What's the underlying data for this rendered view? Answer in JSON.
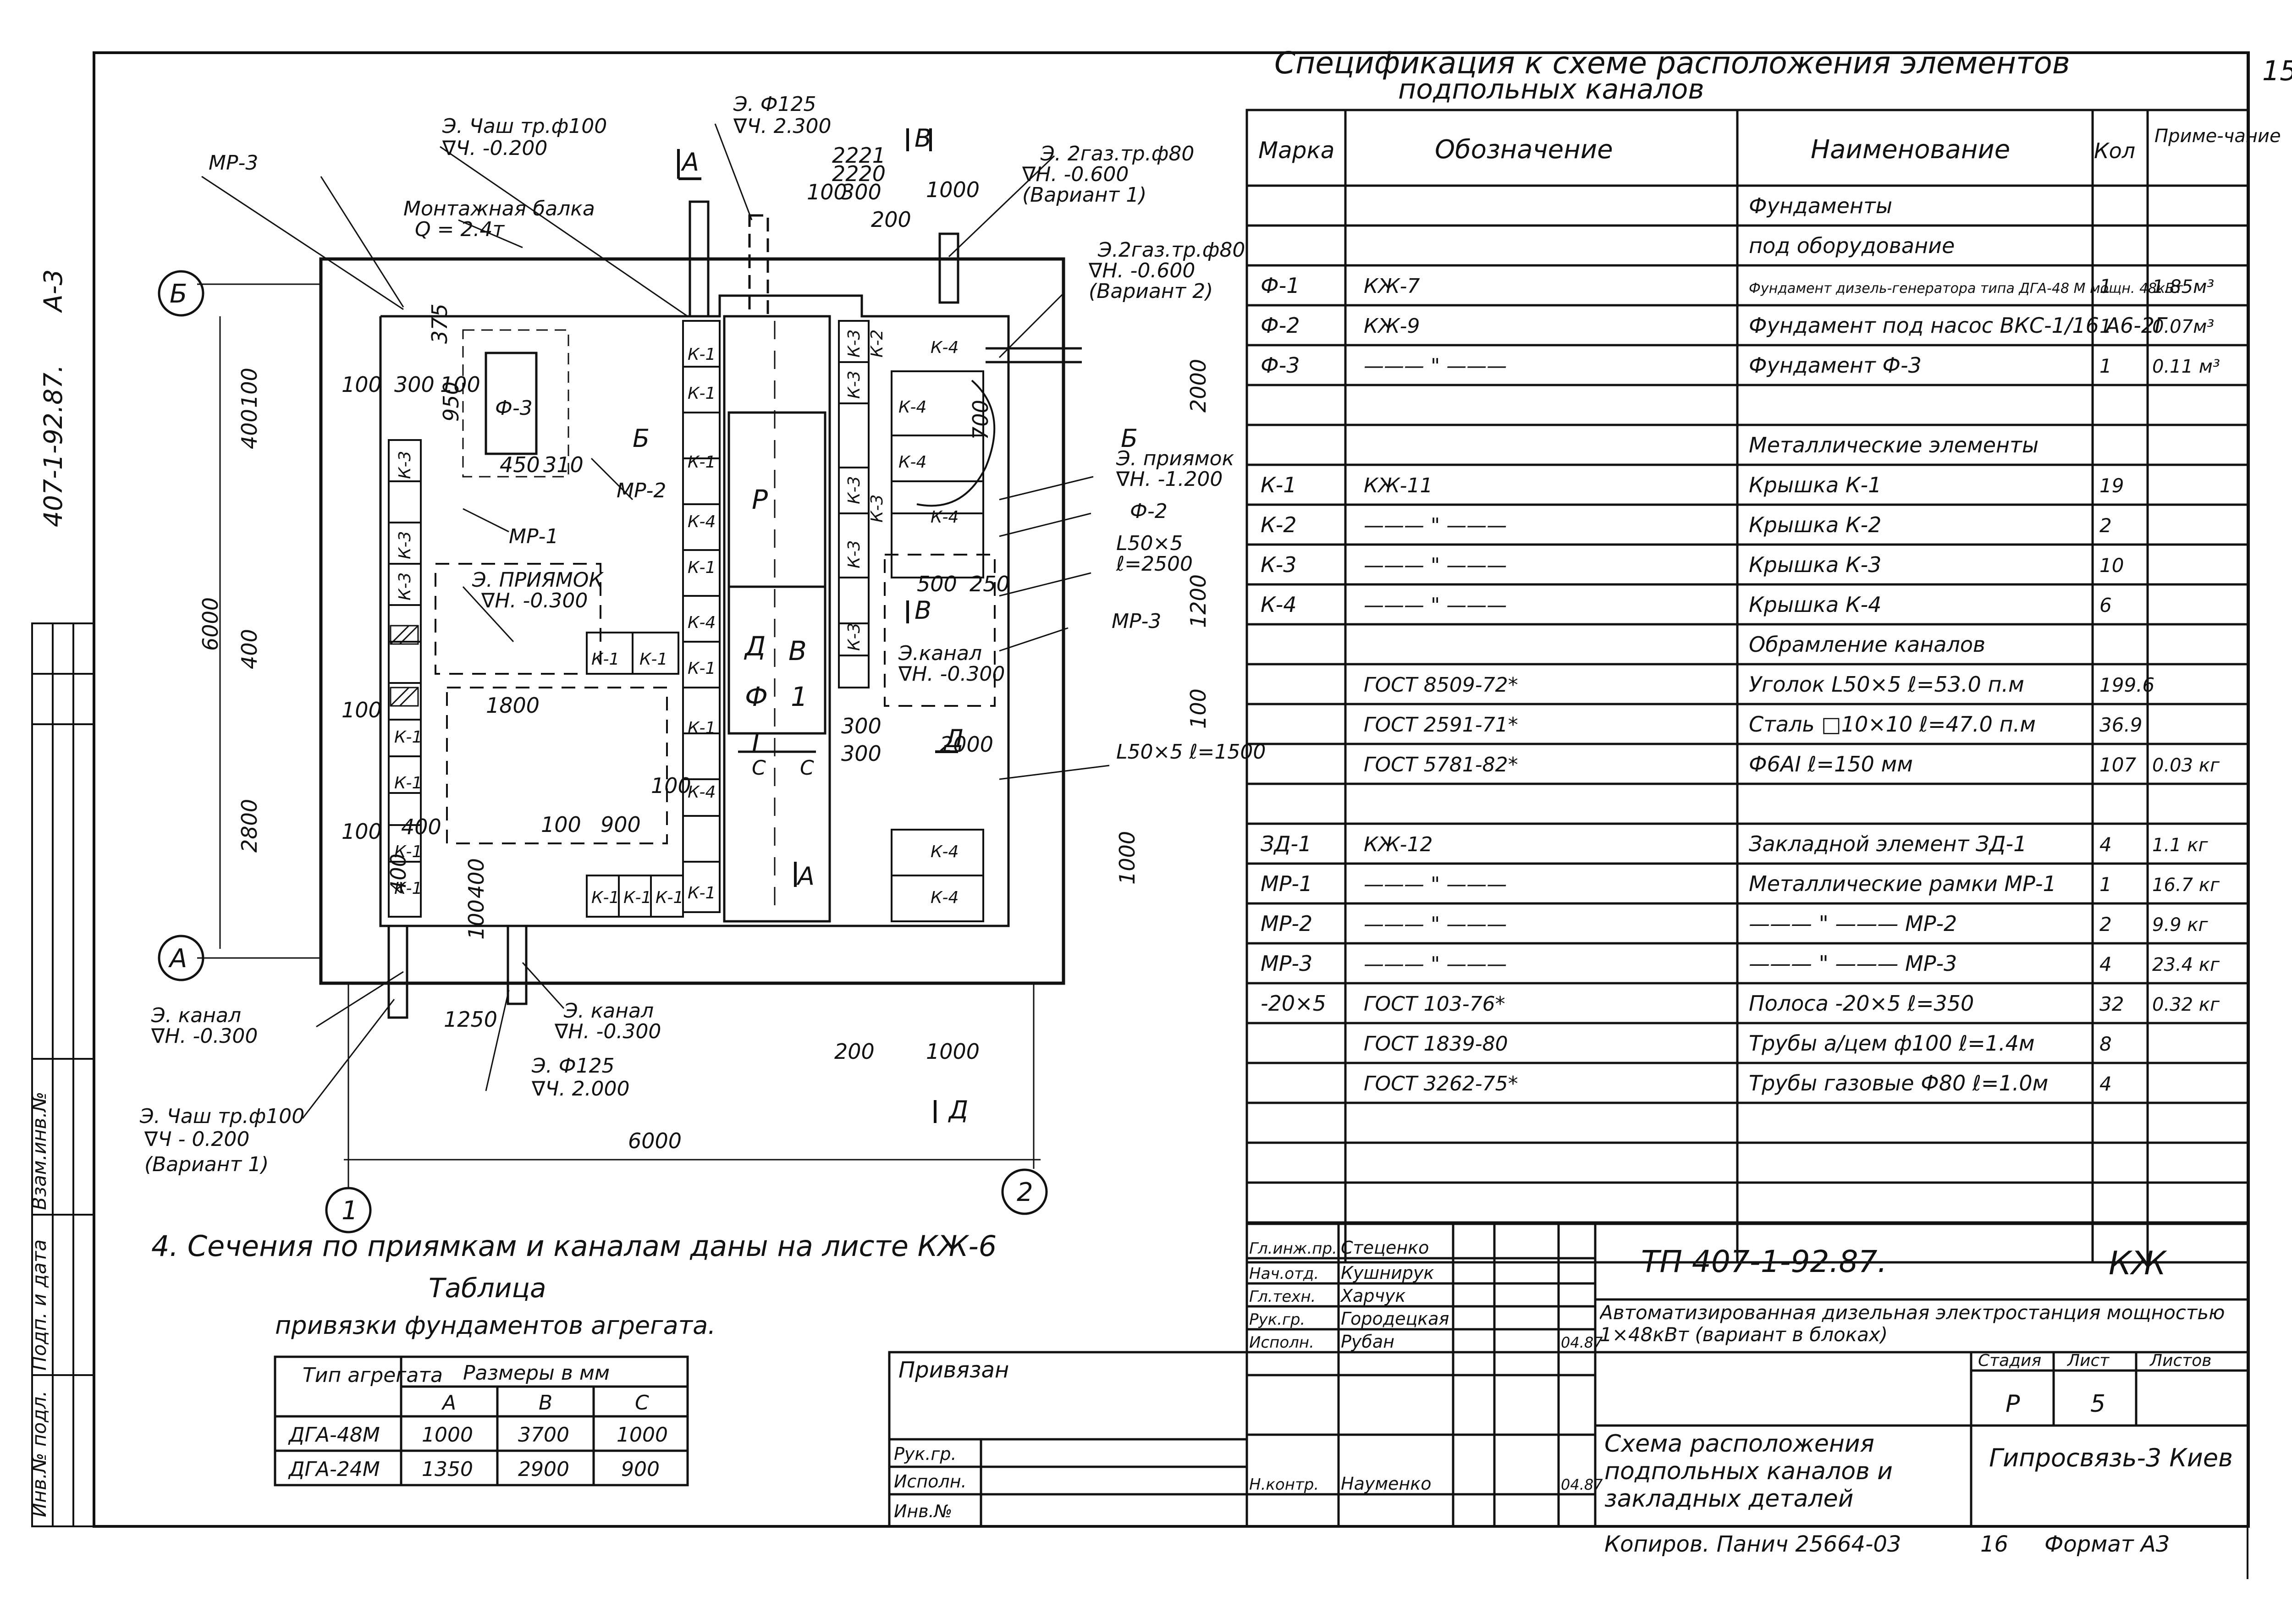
{
  "sheet": {
    "page_number": "15",
    "side_code": "407-1-92.87.",
    "side_code_2": "А-3",
    "side_stamp_labels": [
      "Инв.№ подл.",
      "Подп. и дата",
      "Взам.инв.№"
    ]
  },
  "plan": {
    "axis_labels": {
      "b": "Б",
      "a": "А",
      "one": "1",
      "two": "2"
    },
    "dims": {
      "d6000_left": "6000",
      "d6000_bottom": "6000",
      "d2800": "2800",
      "d400": "400",
      "d100": "100",
      "d1800": "1800",
      "d900": "900",
      "d1250": "1250",
      "d1000_top": "1000",
      "d1000_right": "1000",
      "d1000_bottom": "1000",
      "d2000_top": "2000",
      "d2000_right": "2000",
      "d1200": "1200",
      "d2221": "2221",
      "d2220": "2220",
      "d300": "300",
      "d200": "200",
      "d500": "500",
      "d250": "250",
      "d375": "375",
      "d950": "950",
      "d450": "450",
      "d310": "310",
      "d700": "700"
    },
    "labels": {
      "mr3_a": "МР-3",
      "mr3_b": "МР-3",
      "mr1": "МР-1",
      "mr2": "МР-2",
      "beam1": "Монтажная балка",
      "beam2": "Q = 2.4т",
      "pipe_top1": "Э. Чаш тр.ф100",
      "pipe_top1b": "∇Ч. -0.200",
      "pipe_top2": "Э. Ф125",
      "pipe_top2b": "∇Ч. 2.300",
      "gas1": "Э. 2газ.тр.ф80",
      "gas1b": "∇Н. -0.600",
      "gas1c": "(Вариант 1)",
      "gas2": "Э.2газ.тр.ф80",
      "gas2b": "∇Н. -0.600",
      "gas2c": "(Вариант 2)",
      "pit1": "Э. ПРИЯМОК",
      "pit1b": "∇Н. -0.300",
      "pit2": "Э. приямок",
      "pit2b": "∇Н. -1.200",
      "f2": "Ф-2",
      "angle": "L50×5",
      "angle_len": "ℓ=2500",
      "angle2": "L50×5 ℓ=1500",
      "chan1": "Э.канал",
      "chan1b": "∇Н. -0.300",
      "chan2": "Э. канал",
      "chan2b": "∇Н. -0.300",
      "chan3": "Э. канал",
      "chan3b": "∇Н. -0.300",
      "pipe_bot1": "Э. Ф125",
      "pipe_bot1b": "∇Ч. 2.000",
      "pipe_bot2": "Э. Чаш тр.ф100",
      "pipe_bot2b": "∇Ч - 0.200",
      "pipe_bot2c": "(Вариант 1)",
      "f3": "Ф-3",
      "p": "Р",
      "d": "Д",
      "v": "В",
      "f": "Ф",
      "one": "1",
      "g": "Г",
      "sec_a": "А",
      "sec_b": "Б",
      "sec_v": "В",
      "sec_d": "Д",
      "sec_c": "С",
      "k1": "К-1",
      "k2": "К-2",
      "k3": "К-3",
      "k4": "К-4"
    }
  },
  "notes": {
    "note4": "4. Сечения по приямкам и каналам даны на листе КЖ-6",
    "table_title": "Таблица",
    "table_subtitle": "привязки фундаментов агрегата."
  },
  "binding_table": {
    "h_type": "Тип агрегата",
    "h_sizes": "Размеры в мм",
    "cols": [
      "А",
      "В",
      "С"
    ],
    "rows": [
      {
        "type": "ДГА-48М",
        "a": "1000",
        "b": "3700",
        "c": "1000"
      },
      {
        "type": "ДГА-24М",
        "a": "1350",
        "b": "2900",
        "c": "900"
      }
    ]
  },
  "spec": {
    "title1": "Спецификация к схеме расположения элементов",
    "title2": "подпольных каналов",
    "headers": {
      "mark": "Марка",
      "desig": "Обозначение",
      "name": "Наименование",
      "qty": "Кол",
      "note": "Приме-чание"
    },
    "rows": [
      {
        "mark": "",
        "desig": "",
        "name": "Фундаменты",
        "qty": "",
        "note": ""
      },
      {
        "mark": "",
        "desig": "",
        "name": "под оборудование",
        "qty": "",
        "note": ""
      },
      {
        "mark": "Ф-1",
        "desig": "КЖ-7",
        "name": "Фундамент дизель-генератора типа ДГА-48 М мощн. 48кВт",
        "qty": "1",
        "note": "1.85м³"
      },
      {
        "mark": "Ф-2",
        "desig": "КЖ-9",
        "name": "Фундамент под насос ВКС-1/16 А6-2Г",
        "qty": "1",
        "note": "0.07м³"
      },
      {
        "mark": "Ф-3",
        "desig": "——— \" ———",
        "name": "Фундамент Ф-3",
        "qty": "1",
        "note": "0.11 м³"
      },
      {
        "mark": "",
        "desig": "",
        "name": "",
        "qty": "",
        "note": ""
      },
      {
        "mark": "",
        "desig": "",
        "name": "Металлические элементы",
        "qty": "",
        "note": ""
      },
      {
        "mark": "К-1",
        "desig": "КЖ-11",
        "name": "Крышка К-1",
        "qty": "19",
        "note": ""
      },
      {
        "mark": "К-2",
        "desig": "——— \" ———",
        "name": "Крышка К-2",
        "qty": "2",
        "note": ""
      },
      {
        "mark": "К-3",
        "desig": "——— \" ———",
        "name": "Крышка К-3",
        "qty": "10",
        "note": ""
      },
      {
        "mark": "К-4",
        "desig": "——— \" ———",
        "name": "Крышка К-4",
        "qty": "6",
        "note": ""
      },
      {
        "mark": "",
        "desig": "",
        "name": "Обрамление каналов",
        "qty": "",
        "note": ""
      },
      {
        "mark": "",
        "desig": "ГОСТ 8509-72*",
        "name": "Уголок L50×5 ℓ=53.0 п.м",
        "qty": "199.6",
        "note": ""
      },
      {
        "mark": "",
        "desig": "ГОСТ 2591-71*",
        "name": "Сталь □10×10 ℓ=47.0 п.м",
        "qty": "36.9",
        "note": ""
      },
      {
        "mark": "",
        "desig": "ГОСТ 5781-82*",
        "name": "Ф6АI ℓ=150 мм",
        "qty": "107",
        "note": "0.03 кг"
      },
      {
        "mark": "",
        "desig": "",
        "name": "",
        "qty": "",
        "note": ""
      },
      {
        "mark": "ЗД-1",
        "desig": "КЖ-12",
        "name": "Закладной элемент ЗД-1",
        "qty": "4",
        "note": "1.1 кг"
      },
      {
        "mark": "МР-1",
        "desig": "——— \" ———",
        "name": "Металлические рамки МР-1",
        "qty": "1",
        "note": "16.7 кг"
      },
      {
        "mark": "МР-2",
        "desig": "——— \" ———",
        "name": "——— \" ——— МР-2",
        "qty": "2",
        "note": "9.9 кг"
      },
      {
        "mark": "МР-3",
        "desig": "——— \" ———",
        "name": "——— \" ——— МР-3",
        "qty": "4",
        "note": "23.4 кг"
      },
      {
        "mark": "-20×5",
        "desig": "ГОСТ 103-76*",
        "name": "Полоса -20×5 ℓ=350",
        "qty": "32",
        "note": "0.32 кг"
      },
      {
        "mark": "",
        "desig": "ГОСТ 1839-80",
        "name": "Трубы а/цем ф100 ℓ=1.4м",
        "qty": "8",
        "note": ""
      },
      {
        "mark": "",
        "desig": "ГОСТ 3262-75*",
        "name": "Трубы газовые Ф80 ℓ=1.0м",
        "qty": "4",
        "note": ""
      },
      {
        "mark": "",
        "desig": "",
        "name": "",
        "qty": "",
        "note": ""
      },
      {
        "mark": "",
        "desig": "",
        "name": "",
        "qty": "",
        "note": ""
      },
      {
        "mark": "",
        "desig": "",
        "name": "",
        "qty": "",
        "note": ""
      },
      {
        "mark": "",
        "desig": "",
        "name": "",
        "qty": "",
        "note": ""
      }
    ]
  },
  "title_block": {
    "code": "ТП 407-1-92.87.",
    "kzh": "КЖ",
    "project": "Автоматизированная дизельная электростанция мощностью 1×48кВт (вариант в блоках)",
    "stage_h": "Стадия",
    "sheet_h": "Лист",
    "sheets_h": "Листов",
    "stage": "Р",
    "sheet": "5",
    "drawing": "Схема расположения подпольных каналов и закладных деталей",
    "org": "Гипросвязь-3 Киев",
    "persons": [
      {
        "role": "Гл.инж.пр.",
        "name": "Стеценко",
        "date": ""
      },
      {
        "role": "Нач.отд.",
        "name": "Кушнирук",
        "date": ""
      },
      {
        "role": "Гл.техн.",
        "name": "Харчук",
        "date": ""
      },
      {
        "role": "Рук.гр.",
        "name": "Городецкая",
        "date": ""
      },
      {
        "role": "Исполн.",
        "name": "Рубан",
        "date": "04.87"
      },
      {
        "role": "",
        "name": "",
        "date": ""
      },
      {
        "role": "Н.контр.",
        "name": "Науменко",
        "date": "04.87"
      }
    ],
    "privyazan": "Привязан",
    "ruk_gr": "Рук.гр.",
    "ispoln": "Исполн.",
    "inv": "Инв.№",
    "copied": "Копиров. Панич 25664-03",
    "format_num": "16",
    "format": "Формат А3"
  }
}
